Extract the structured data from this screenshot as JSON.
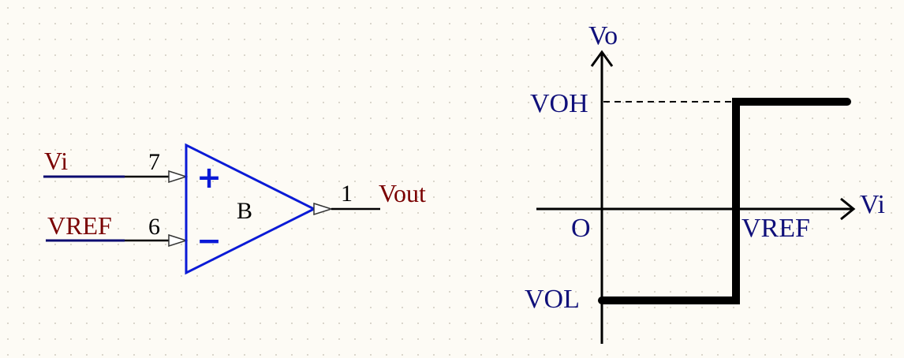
{
  "colors": {
    "background": "#fdfbf5",
    "component_stroke": "#0a1ad6",
    "net_label": "#7a0000",
    "pin_wire": "#000000",
    "input_wire": "#0a0a70",
    "graph_text": "#10107a",
    "transfer_curve": "#000000"
  },
  "schematic": {
    "component_label": "B",
    "plus_sign": "+",
    "minus_sign": "−",
    "inputs": [
      {
        "net": "Vi",
        "pin": "7"
      },
      {
        "net": "VREF",
        "pin": "6"
      }
    ],
    "output": {
      "net": "Vout",
      "pin": "1"
    }
  },
  "graph": {
    "y_axis_label": "Vo",
    "x_axis_label": "Vi",
    "origin_label": "O",
    "high_level_label": "VOH",
    "low_level_label": "VOL",
    "threshold_label": "VREF"
  }
}
